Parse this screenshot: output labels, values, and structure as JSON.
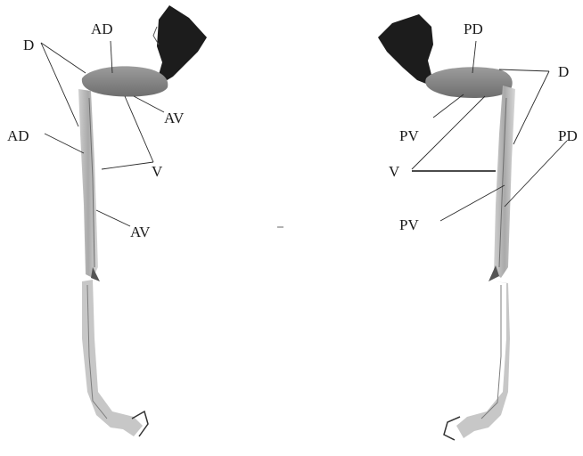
{
  "left_view": {
    "labels": [
      "AD",
      "D",
      "AD",
      "AV",
      "V",
      "AV"
    ]
  },
  "right_view": {
    "labels": [
      "PD",
      "D",
      "PV",
      "PD",
      "V",
      "PV"
    ]
  },
  "colors": {
    "coxa_dark": "#1c1c1c",
    "femur": "#8f8f8f",
    "tibia": "#b5b5b5",
    "tarsus": "#c7c7c7",
    "label": "#1a1a1a"
  }
}
